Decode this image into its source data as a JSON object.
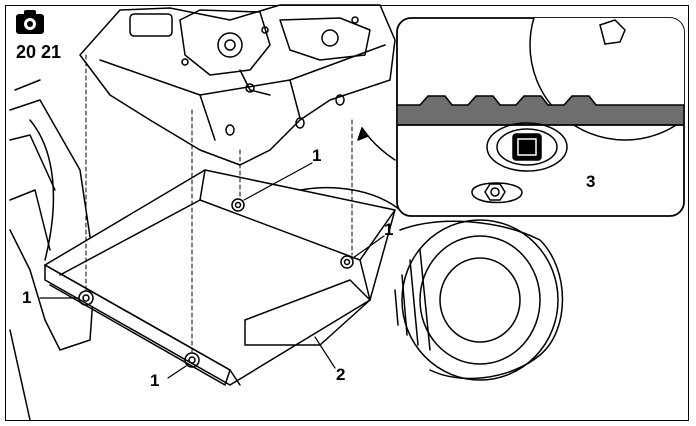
{
  "figure": {
    "icon": "camera-icon",
    "numbers": "20 21"
  },
  "callouts": {
    "c1a": "1",
    "c1b": "1",
    "c1c": "1",
    "c1d": "1",
    "c2": "2",
    "c3": "3"
  },
  "colors": {
    "line": "#000000",
    "background": "#ffffff",
    "band": "#6e6e6e"
  }
}
